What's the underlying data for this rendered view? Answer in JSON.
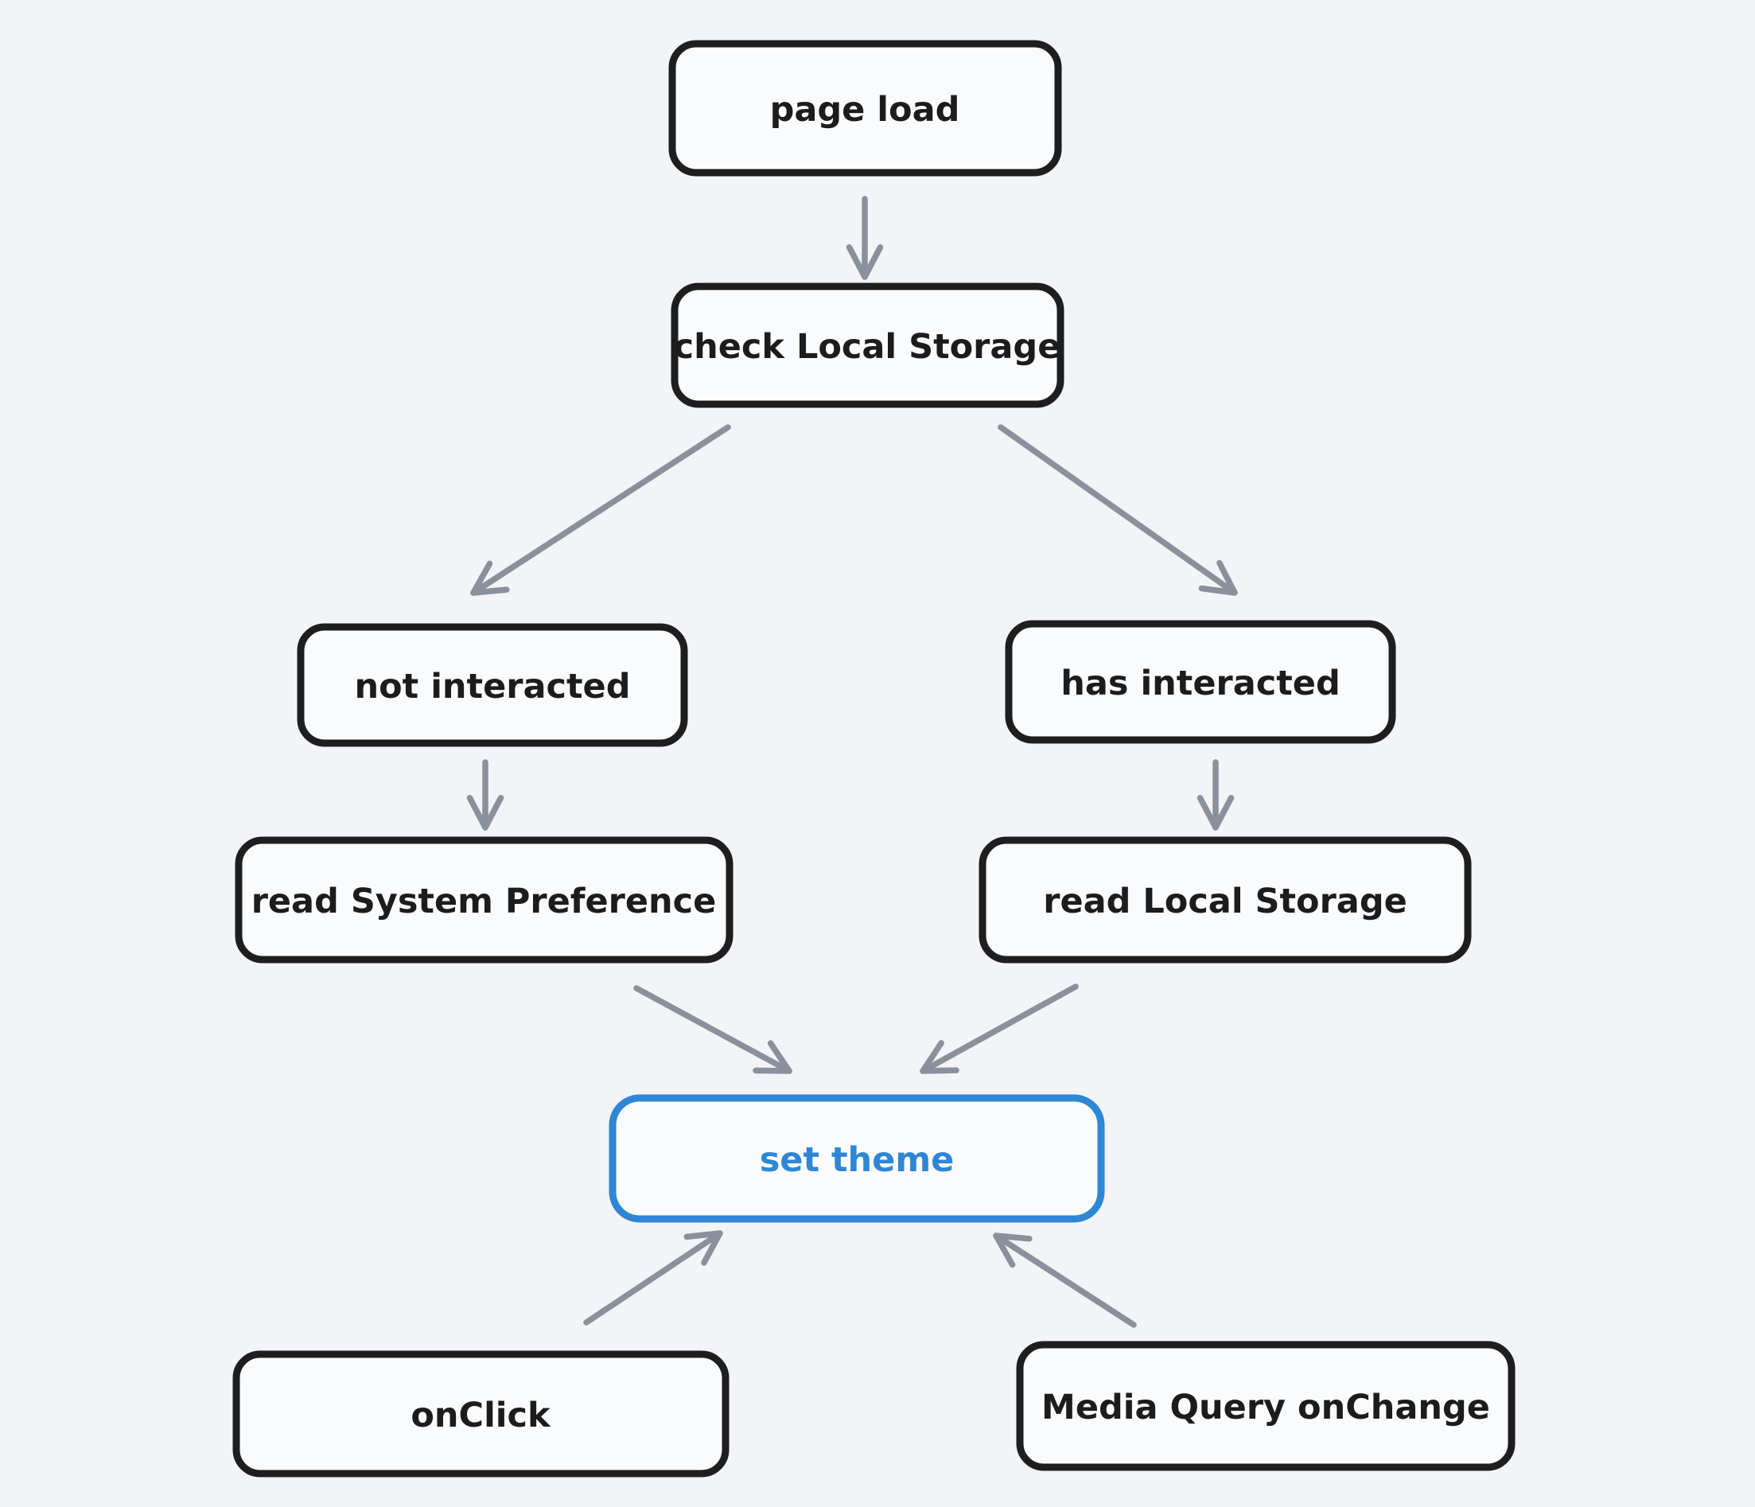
{
  "diagram": {
    "nodes": {
      "page_load": {
        "label": "page load"
      },
      "check_local_storage": {
        "label": "check Local Storage"
      },
      "not_interacted": {
        "label": "not interacted"
      },
      "has_interacted": {
        "label": "has interacted"
      },
      "read_system_preference": {
        "label": "read System Preference"
      },
      "read_local_storage": {
        "label": "read Local Storage"
      },
      "set_theme": {
        "label": "set theme"
      },
      "on_click": {
        "label": "onClick"
      },
      "media_query_onchange": {
        "label": "Media Query onChange"
      }
    },
    "edges": [
      {
        "from": "page_load",
        "to": "check_local_storage"
      },
      {
        "from": "check_local_storage",
        "to": "not_interacted"
      },
      {
        "from": "check_local_storage",
        "to": "has_interacted"
      },
      {
        "from": "not_interacted",
        "to": "read_system_preference"
      },
      {
        "from": "has_interacted",
        "to": "read_local_storage"
      },
      {
        "from": "read_system_preference",
        "to": "set_theme"
      },
      {
        "from": "read_local_storage",
        "to": "set_theme"
      },
      {
        "from": "on_click",
        "to": "set_theme"
      },
      {
        "from": "media_query_onchange",
        "to": "set_theme"
      }
    ],
    "colors": {
      "background": "#f3f4f7",
      "node_stroke": "#1e1e1e",
      "node_fill": "#fafbfd",
      "node_text": "#1c1c1c",
      "arrow": "#8a919c",
      "accent": "#2e87d6"
    }
  }
}
